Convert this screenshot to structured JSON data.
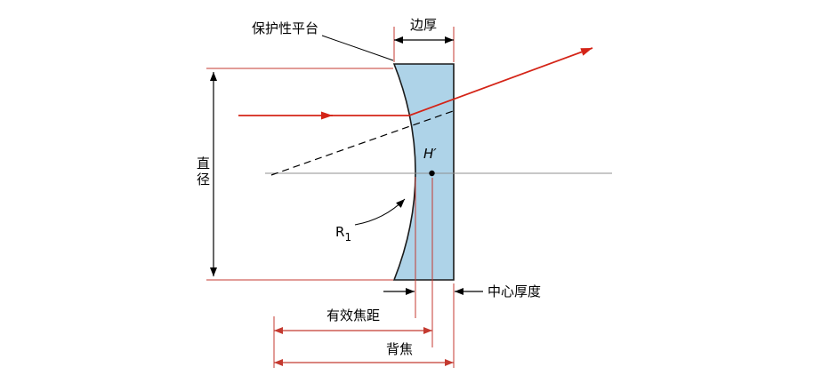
{
  "diagram": {
    "type": "optical-lens-cross-section",
    "labels": {
      "protective_flat": "保护性平台",
      "edge_thickness": "边厚",
      "diameter": "直径",
      "principal_point": "H′",
      "radius_symbol": "R",
      "radius_subscript": "1",
      "center_thickness": "中心厚度",
      "effective_focal_length": "有效焦距",
      "back_focal_length": "背焦"
    },
    "colors": {
      "lens_fill": "#aed3e8",
      "lens_stroke": "#1a1a1a",
      "ray": "#d42417",
      "dim_red": "#c43a30",
      "axis": "#8f8f8f",
      "text": "#000000"
    }
  }
}
